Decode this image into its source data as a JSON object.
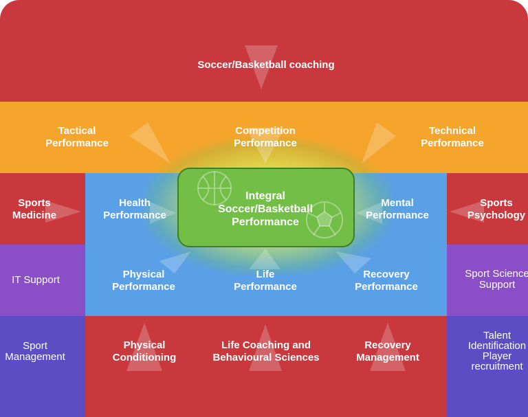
{
  "colors": {
    "red": "#c8383d",
    "orange": "#f5a42c",
    "blue": "#5aa0e6",
    "purple": "#8a4fc7",
    "indigo": "#5d4dc4",
    "green": "#72be47"
  },
  "top": {
    "label": "Soccer/Basketball coaching"
  },
  "orange_band": {
    "left": "Tactical\nPerformance",
    "center": "Competition\nPerformance",
    "right": "Technical\nPerformance"
  },
  "core": {
    "label": "Integral\nSoccer/Basketball\nPerformance"
  },
  "blue_area": {
    "health": "Health\nPerformance",
    "mental": "Mental\nPerformance",
    "physical": "Physical\nPerformance",
    "life": "Life\nPerformance",
    "recovery": "Recovery\nPerformance"
  },
  "left_column": {
    "sports_medicine": "Sports\nMedicine",
    "it_support": "IT Support",
    "sport_management": "Sport\nManagement"
  },
  "right_column": {
    "sports_psychology": "Sports\nPsychology",
    "sport_science": "Sport Science\nSupport",
    "talent": "Talent\nIdentification\nPlayer\nrecruitment"
  },
  "bottom_band": {
    "physical_conditioning": "Physical\nConditioning",
    "life_coaching": "Life Coaching and\nBehavioural Sciences",
    "recovery_management": "Recovery\nManagement"
  },
  "icons": [
    "basketball-icon",
    "soccer-ball-icon"
  ]
}
